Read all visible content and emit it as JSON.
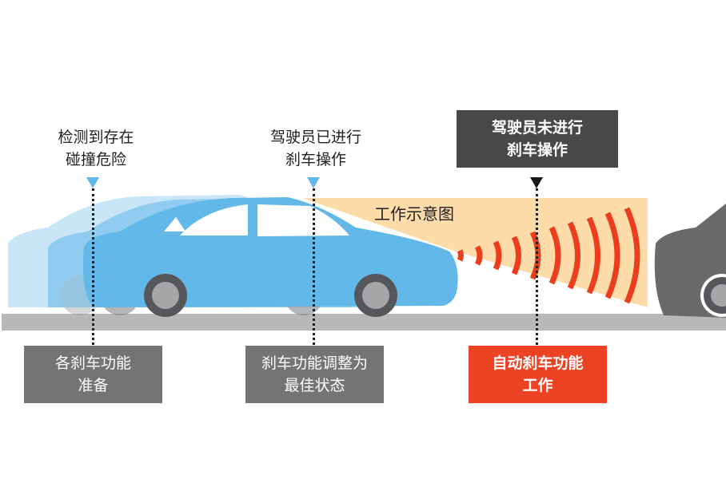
{
  "diagram": {
    "type": "process-stages",
    "title_in_beam": "工作示意图",
    "stages": [
      {
        "id": "detect",
        "top_label": "检测到存在\n碰撞危险",
        "bottom_label": "各刹车功能\n准备",
        "marker_color": "#63b8ea",
        "bottom_box_color": "#757375"
      },
      {
        "id": "driver-brakes",
        "top_label": "驾驶员已进行\n刹车操作",
        "bottom_label": "刹车功能调整为\n最佳状态",
        "marker_color": "#63b8ea",
        "bottom_box_color": "#757375"
      },
      {
        "id": "driver-no-brake",
        "top_label": "驾驶员未进行\n刹车操作",
        "bottom_label": "自动刹车功能\n工作",
        "marker_color": "#1a1a1a",
        "top_box_color": "#4a4748",
        "bottom_box_color": "#ec4325"
      }
    ],
    "colors": {
      "car_blue": "#63b8ea",
      "car_ghost": "#c5e3f6",
      "beam": "#fddcaa",
      "wave": "#ec3e1c",
      "road": "#b9b8b9",
      "obstacle_car": "#6b6a6b",
      "tire": "#55575a",
      "rim": "#a5a6a8"
    }
  }
}
